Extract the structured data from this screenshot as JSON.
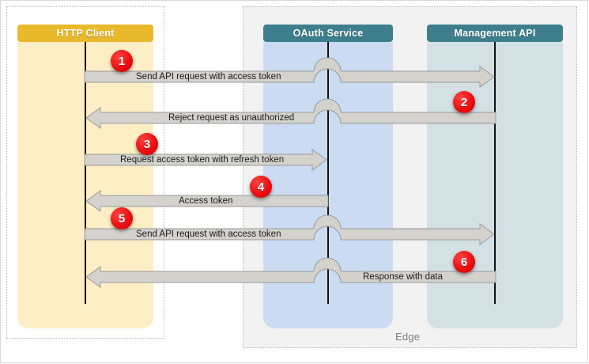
{
  "diagram": {
    "type": "sequence-diagram",
    "groups": [
      {
        "id": "client-group",
        "label": ""
      },
      {
        "id": "edge-group",
        "label": "Edge"
      }
    ],
    "participants": [
      {
        "id": "http-client",
        "title": "HTTP Client",
        "header_color": "#e8b92a",
        "body_color": "#fdeec6"
      },
      {
        "id": "oauth-service",
        "title": "OAuth Service",
        "header_color": "#3d7f8c",
        "body_color": "#cbdcf2"
      },
      {
        "id": "management-api",
        "title": "Management API",
        "header_color": "#3d7f8c",
        "body_color": "#d3e0e4"
      }
    ],
    "messages": [
      {
        "step": "1",
        "label": "Send API request with access token",
        "from": "http-client",
        "to": "management-api",
        "direction": "right"
      },
      {
        "step": "2",
        "label": "Reject request as unauthorized",
        "from": "management-api",
        "to": "http-client",
        "direction": "left"
      },
      {
        "step": "3",
        "label": "Request access token with refresh token",
        "from": "http-client",
        "to": "oauth-service",
        "direction": "right"
      },
      {
        "step": "4",
        "label": "Access token",
        "from": "oauth-service",
        "to": "http-client",
        "direction": "left"
      },
      {
        "step": "5",
        "label": "Send API request with access token",
        "from": "http-client",
        "to": "management-api",
        "direction": "right"
      },
      {
        "step": "6",
        "label": "Response with data",
        "from": "management-api",
        "to": "http-client",
        "direction": "left"
      }
    ],
    "colors": {
      "badge": "#ec0f10",
      "arrow_fill": "#d4d2cd",
      "arrow_stroke": "#9a9a9a",
      "edge_background": "#f2f2f2",
      "frame_border": "#d9d9d9"
    }
  }
}
